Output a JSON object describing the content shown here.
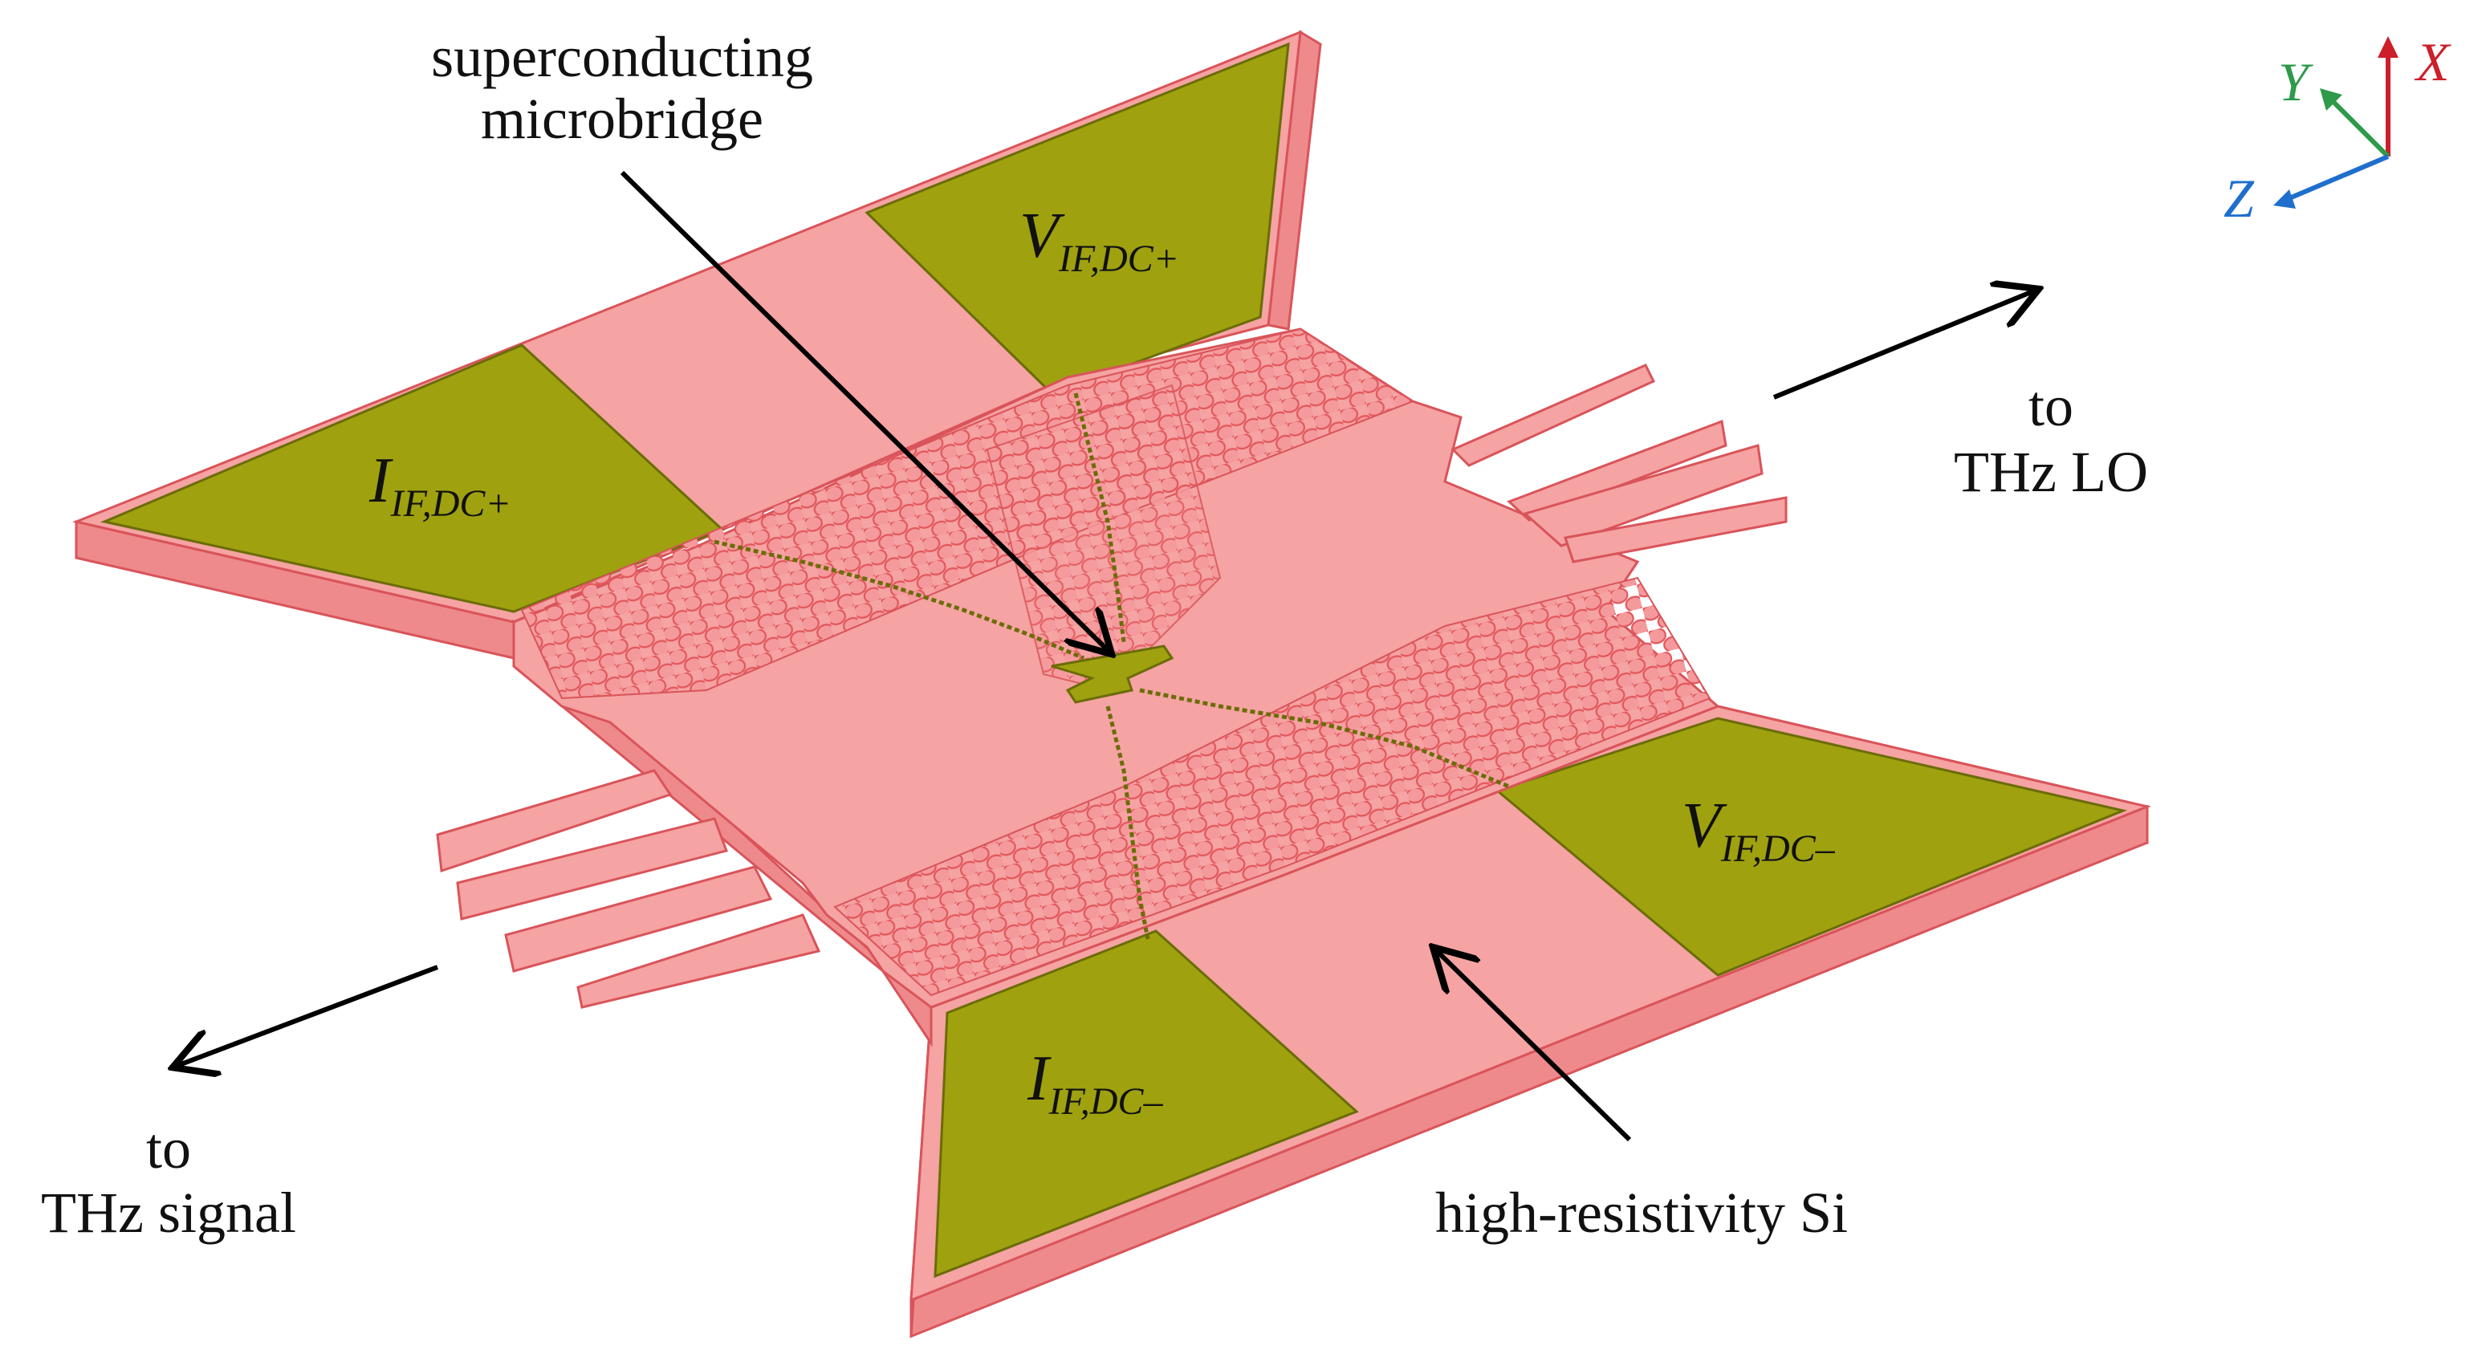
{
  "labels": {
    "microbridge_line1": "superconducting",
    "microbridge_line2": "microbridge",
    "lo_line1": "to",
    "lo_line2": "THz LO",
    "signal_line1": "to",
    "signal_line2": "THz signal",
    "substrate": "high-resistivity Si"
  },
  "pads": {
    "v_plus": {
      "main": "V",
      "sub": "IF,DC+"
    },
    "i_plus": {
      "main": "I",
      "sub": "IF,DC+"
    },
    "v_minus": {
      "main": "V",
      "sub": "IF,DC–"
    },
    "i_minus": {
      "main": "I",
      "sub": "IF,DC–"
    }
  },
  "axes": {
    "x": "X",
    "y": "Y",
    "z": "Z"
  },
  "colors": {
    "substrate": "#f5a3a3",
    "substrate_edge": "#e86e72",
    "substrate_side": "#ee8a8c",
    "pad": "#9fa10f",
    "hole": "#f59a9c",
    "axis_x": "#cc1f2a",
    "axis_y": "#2e9a4a",
    "axis_z": "#1f6fcc"
  }
}
